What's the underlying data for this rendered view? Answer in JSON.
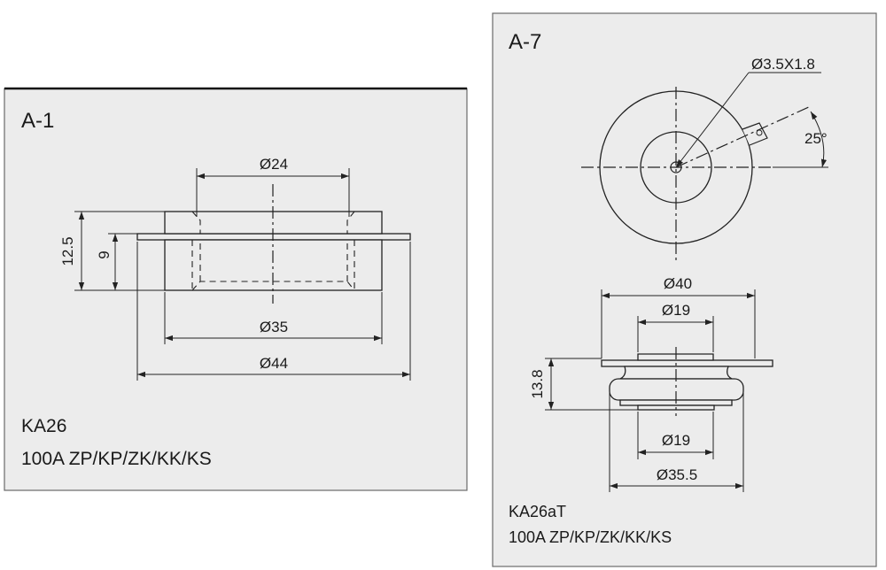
{
  "panels": [
    {
      "id": "A-1",
      "title": "A-1",
      "model": "KA26",
      "spec": "100A  ZP/KP/ZK/KK/KS",
      "dimensions": {
        "inner_diameter": "Ø24",
        "outer_diameter": "Ø35",
        "flange_diameter": "Ø44",
        "total_height": "12.5",
        "body_height": "9"
      }
    },
    {
      "id": "A-7",
      "title": "A-7",
      "model": "KA26aT",
      "spec": "100A  ZP/KP/ZK/KK/KS",
      "dimensions": {
        "gate_hole": "Ø3.5X1.8",
        "gate_angle": "25°",
        "flange_diameter": "Ø40",
        "top_contact_diameter": "Ø19",
        "height": "13.8",
        "bottom_contact_diameter": "Ø19",
        "body_diameter": "Ø35.5"
      }
    }
  ]
}
